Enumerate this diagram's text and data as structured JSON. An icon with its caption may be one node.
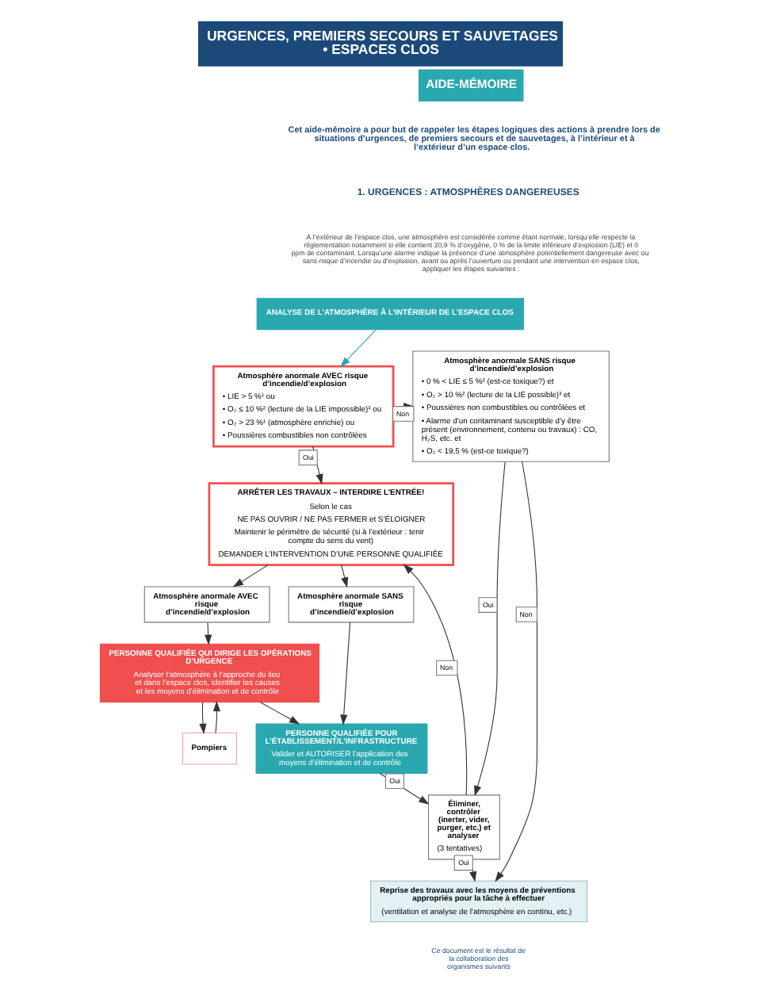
{
  "diagram": {
    "title": "URGENCES, PREMIERS SECOURS ET SAUVETAGES • ESPACES CLOS",
    "nodes": [
      {
        "text": [
          "ANALYSE DE L’ATMOSPHÈRE À L’INTÉRIEUR DE L’ESPACE CLOS"
        ]
      },
      {
        "text": [
          "Atmosphère anormale AVEC risque d’incendie/d’explosion",
          "• LIE > 5 %¹ ou",
          "• O₂ ≤ 10 %² (lecture de la LIE impossible)³ ou",
          "• O₂ > 23 %¹ (atmosphère enrichie) ou",
          "• Poussières combustibles non contrôlées"
        ]
      },
      {
        "text": [
          "Atmosphère anormale SANS risque d’incendie/d’explosion",
          "• 0 % < LIE ≤ 5 %² (est-ce toxique?) et",
          "• O₂ > 10 %² (lecture de la LIE possible)³ et",
          "• Poussières non combustibles ou contrôlées et",
          "• Alarme d’un contaminant susceptible d’y être présent (environnement, contenu ou travaux) : CO, H₂S, etc. et",
          "• O₂ < 19,5 % (est-ce toxique?)"
        ]
      },
      {
        "text": [
          "ARRÊTER LES TRAVAUX – INTERDIRE L’ENTRÉE!",
          "Selon le cas",
          "NE PAS OUVRIR / NE PAS FERMER et S’ÉLOIGNER",
          "Maintenir le périmètre de sécurité (si à l’extérieur : tenir compte du sens du vent)",
          "DEMANDER L’INTERVENTION D’UNE PERSONNE QUALIFIÉE"
        ]
      },
      {
        "text": [
          "Éliminer, contrôler (inerter, vider, purger, etc.) et analyser",
          "(3 tentatives)"
        ]
      },
      {
        "text": [
          "Atmosphère anormale AVEC risque d’incendie/d’explosion"
        ]
      },
      {
        "text": [
          "Atmosphère anormale SANS risque d’incendie/d’explosion"
        ]
      },
      {
        "text": [
          "PERSONNE QUALIFIÉE QUI DIRIGE LES OPÉRATIONS D’URGENCE",
          "Analyser l’atmosphère à l’approche du lieu et dans l’espace clos, identifier les causes et les moyens d’élimination et de contrôle"
        ]
      },
      {
        "text": [
          "PERSONNE QUALIFIÉE POUR L’ÉTABLISSEMENT/L’INFRASTRUCTURE",
          "Valider et AUTORISER l’application des moyens d’élimination et de contrôle"
        ]
      },
      {
        "text": [
          "Pompiers"
        ]
      },
      {
        "text": [
          "Reprise des travaux avec les moyens de préventions appropriés pour la tâche à effectuer",
          "(ventilation et analyse de l’atmosphère en continu, etc.)"
        ]
      }
    ],
    "edges": [
      {
        "from": 0,
        "to": 1,
        "arrow": "to",
        "color": "#2aa8b0"
      },
      {
        "from": 1,
        "to": 2,
        "arrow": "to",
        "label": "Non"
      },
      {
        "from": 1,
        "to": 3,
        "arrow": "to",
        "label": "Oui"
      },
      {
        "from": 2,
        "to": 4,
        "arrow": "to",
        "label": "Oui"
      },
      {
        "from": 2,
        "to": 10,
        "arrow": "to",
        "label": "Non"
      },
      {
        "from": 4,
        "to": 3,
        "arrow": "to",
        "label": "Non"
      },
      {
        "from": 4,
        "to": 10,
        "arrow": "to",
        "label": "Oui"
      },
      {
        "from": 3,
        "to": 5,
        "arrow": "to"
      },
      {
        "from": 3,
        "to": 6,
        "arrow": "to"
      },
      {
        "from": 5,
        "to": 7,
        "arrow": "to"
      },
      {
        "from": 6,
        "to": 8,
        "arrow": "to"
      },
      {
        "from": 7,
        "to": 8,
        "arrow": "to"
      },
      {
        "from": 8,
        "to": 4,
        "arrow": "to",
        "label": "Oui"
      },
      {
        "from": 7,
        "to": 9,
        "arrow": "to"
      },
      {
        "from": 9,
        "to": 7,
        "arrow": "to"
      }
    ],
    "labels": [
      "AIDE-MÉMOIRE",
      "Cet aide-mémoire a pour but de rappeler les étapes logiques des actions à prendre lors de situations d’urgences, de premiers secours et de sauvetages, à l’intérieur et à l’extérieur d’un espace clos.",
      "1. URGENCES : ATMOSPHÈRES DANGEREUSES",
      "À l’extérieur de l’espace clos, une atmosphère est considérée comme étant normale, lorsqu’elle respecte la réglementation notamment si elle contient 20,9 % d’oxygène, 0 % de la limite inférieure d’explosion (LIE) et 0 ppm de contaminant. Lorsqu’une alarme indique la présence d’une atmosphère potentiellement dangereuse avec ou sans risque d’incendie ou d’explosion, avant ou après l’ouverture ou pendant une intervention en espace clos, appliquer les étapes suivantes :",
      "Ce document est le résultat de la collaboration des organismes suivants"
    ]
  }
}
